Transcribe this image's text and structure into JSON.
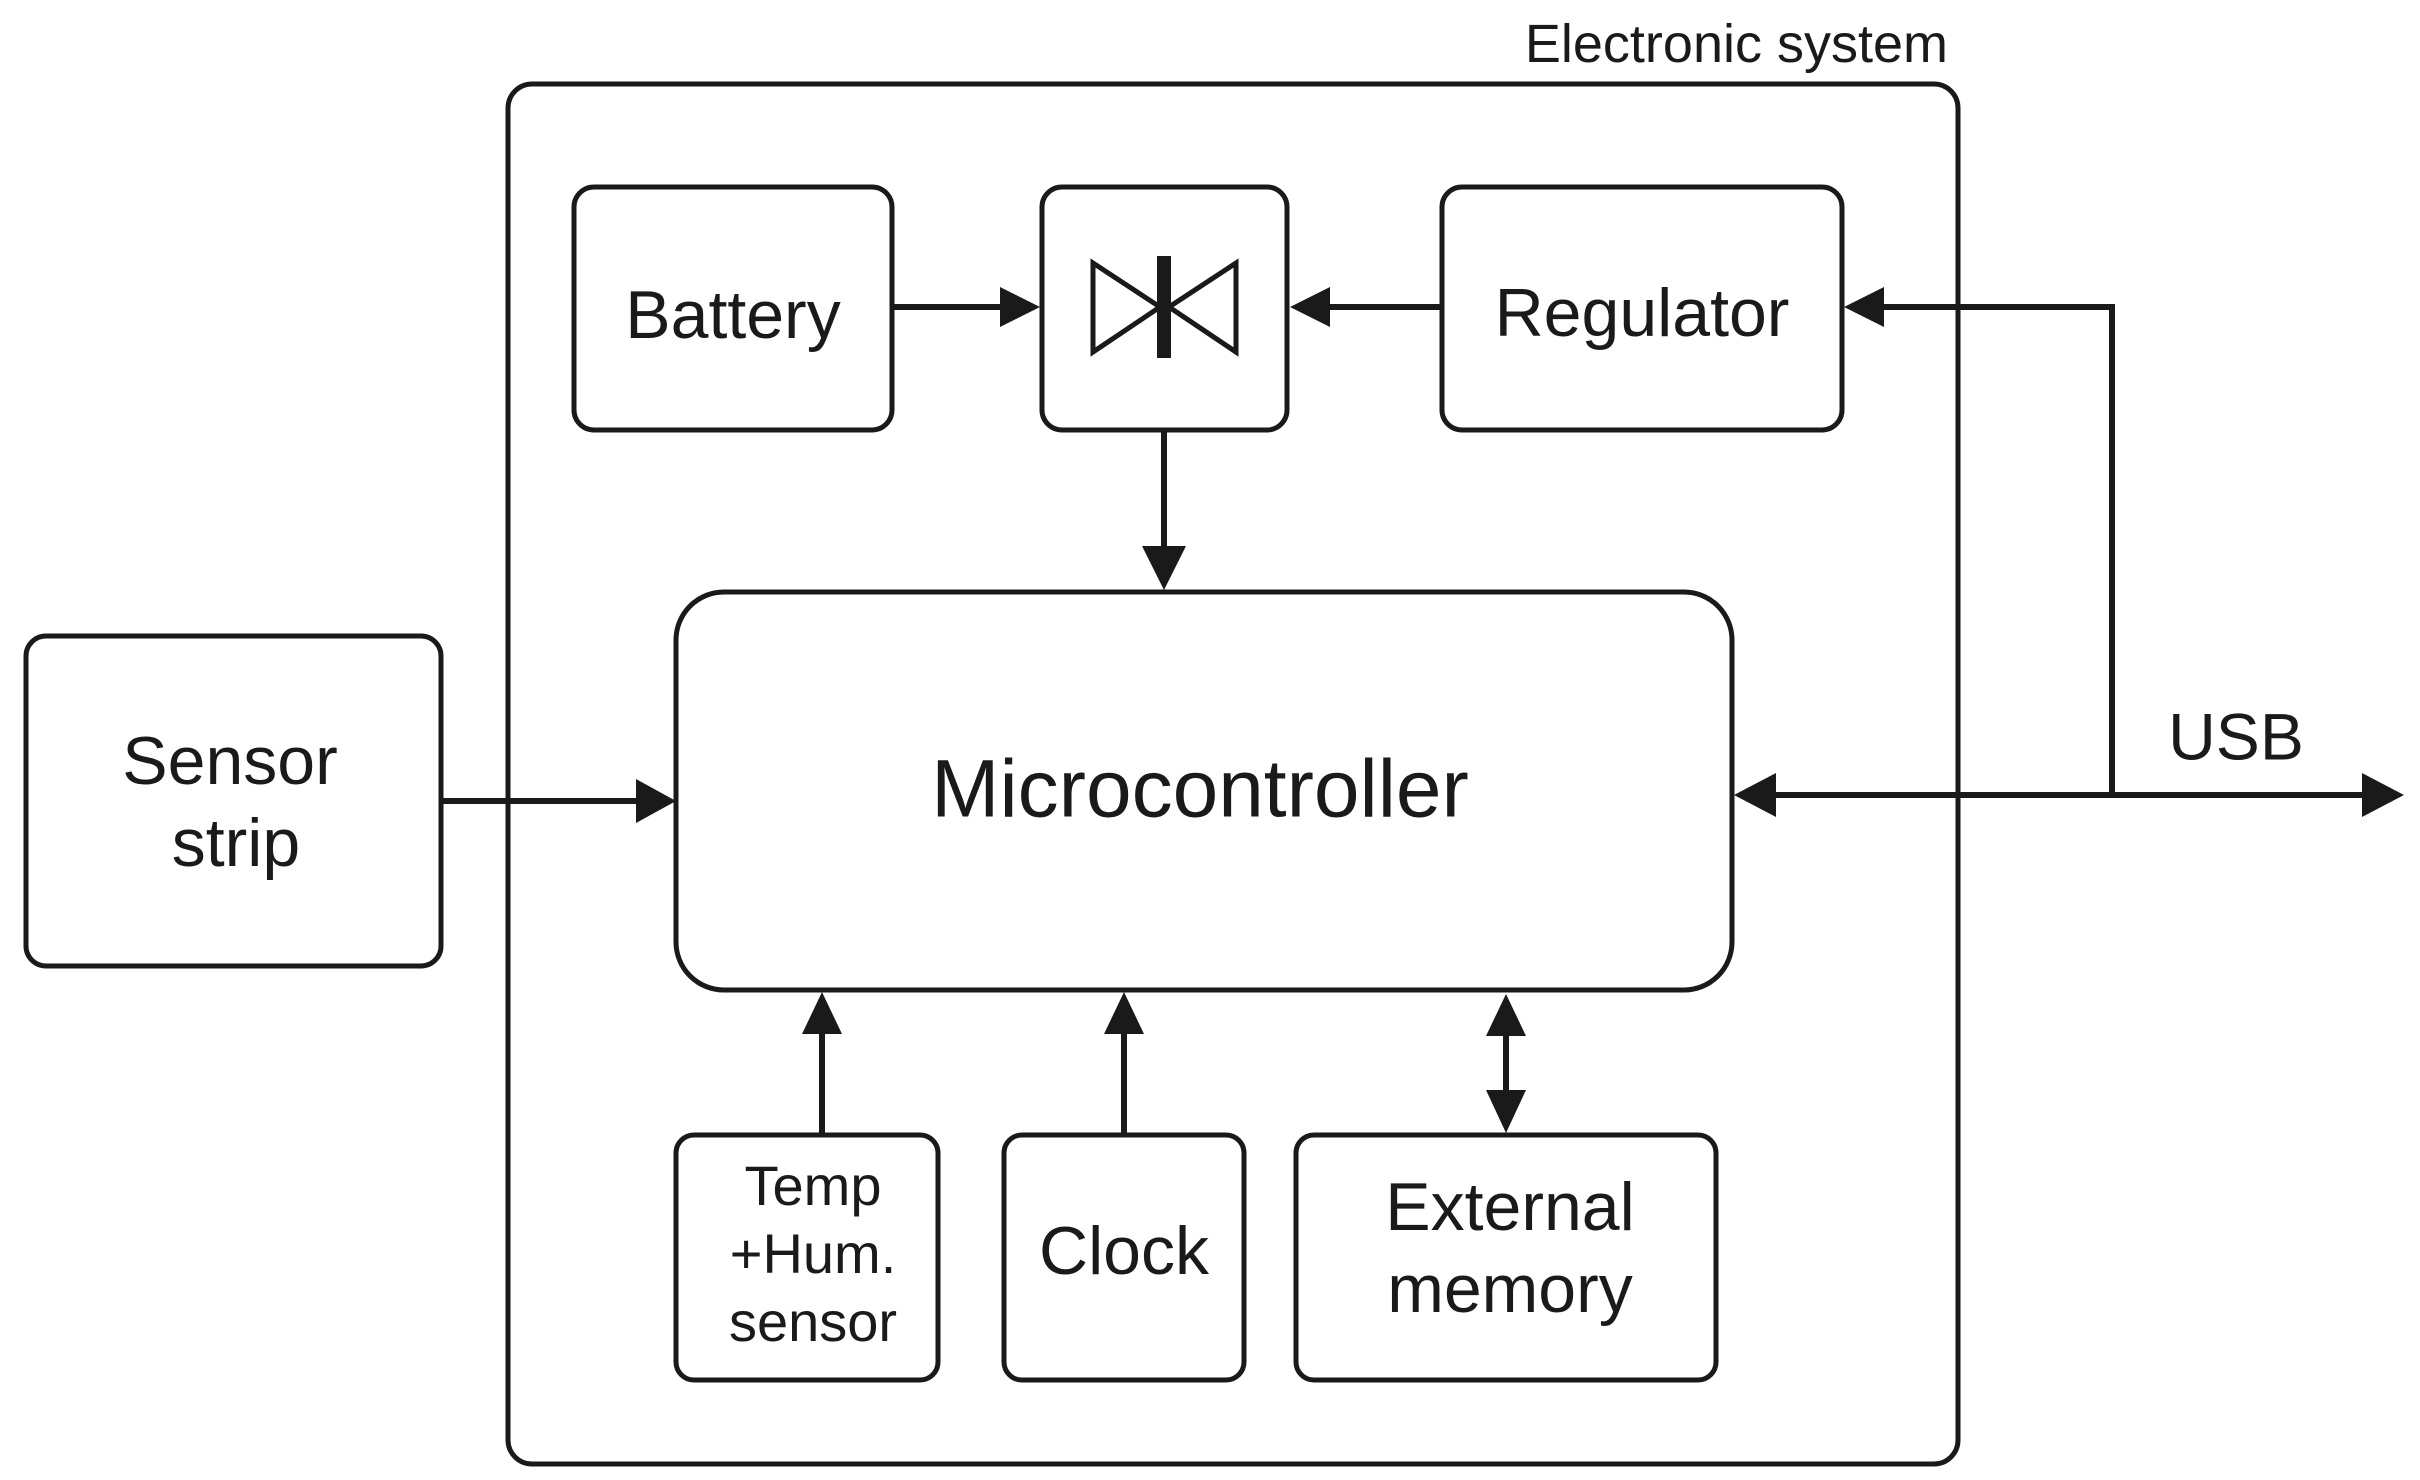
{
  "diagram": {
    "system_label": "Electronic system",
    "usb_label": "USB",
    "blocks": {
      "battery": "Battery",
      "regulator": "Regulator",
      "microcontroller": "Microcontroller",
      "sensor_strip": [
        "Sensor",
        "strip"
      ],
      "temp_hum_sensor": [
        "Temp",
        "+Hum.",
        "sensor"
      ],
      "clock": "Clock",
      "external_memory": [
        "External",
        "memory"
      ]
    },
    "icons": {
      "power_selector": "diode-selector-icon"
    },
    "colors": {
      "stroke": "#1a1a1a",
      "background": "#ffffff"
    }
  }
}
